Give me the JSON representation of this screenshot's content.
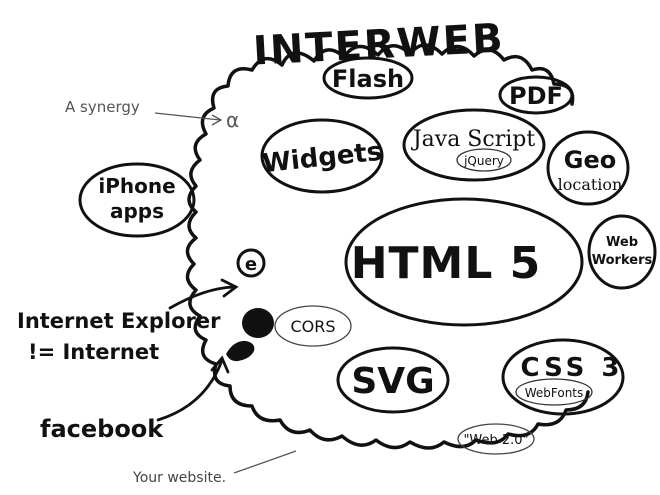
{
  "title": "INTERWEB",
  "bubbles": {
    "flash": "Flash",
    "pdf": "PDF",
    "widgets": "Widgets",
    "javascript": "Java Script",
    "jquery": "jQuery",
    "geolocation_line1": "Geo",
    "geolocation_line2": "location",
    "html5": "HTML 5",
    "web_workers_line1": "Web",
    "web_workers_line2": "Workers",
    "iphone_apps_line1": "iPhone",
    "iphone_apps_line2": "apps",
    "cors": "CORS",
    "svg": "SVG",
    "css3": "CSS 3",
    "webfonts": "WebFonts",
    "web20": "\"Web 2.0\""
  },
  "annotations": {
    "synergy": "A synergy",
    "synergy_symbol": "α",
    "ie_line1": "Internet Explorer",
    "ie_line2": "!= Internet",
    "ie_logo_letter": "e",
    "facebook": "facebook",
    "your_website": "Your website."
  },
  "colors": {
    "ink": "#111111",
    "pencil": "#666666",
    "background": "#ffffff"
  }
}
